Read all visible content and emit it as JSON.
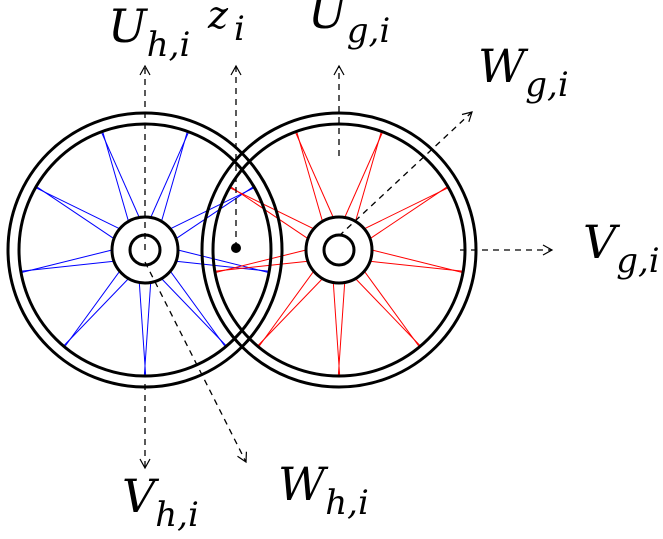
{
  "colors": {
    "left_spokes": "#0000ff",
    "right_spokes": "#ff0000",
    "rim": "#000000",
    "arrows": "#000000"
  },
  "labels": {
    "U_h": {
      "main": "U",
      "sub": "h,i"
    },
    "z": {
      "main": "z",
      "sub": "i"
    },
    "U_g": {
      "main": "U",
      "sub": "g,i"
    },
    "W_g": {
      "main": "W",
      "sub": "g,i"
    },
    "V_g": {
      "main": "V",
      "sub": "g,i"
    },
    "V_h": {
      "main": "V",
      "sub": "h,i"
    },
    "W_h": {
      "main": "W",
      "sub": "h,i"
    }
  }
}
